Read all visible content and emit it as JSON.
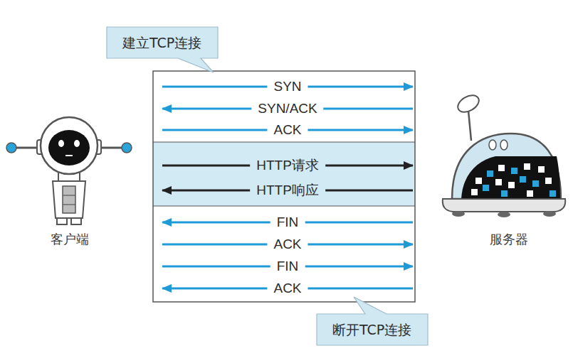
{
  "diagram": {
    "nodes": [
      {
        "text": [
          "建立TCP连接"
        ]
      },
      {
        "text": [
          "客户端"
        ]
      },
      {
        "text": [
          "服务器"
        ]
      },
      {
        "text": [
          "断开TCP连接"
        ]
      }
    ],
    "edges": [
      {
        "from": 1,
        "to": 2,
        "arrow": "to",
        "label": "SYN"
      },
      {
        "from": 2,
        "to": 1,
        "arrow": "to",
        "label": "SYN/ACK"
      },
      {
        "from": 1,
        "to": 2,
        "arrow": "to",
        "label": "ACK"
      },
      {
        "from": 1,
        "to": 2,
        "arrow": "to",
        "label": "HTTP请求"
      },
      {
        "from": 2,
        "to": 1,
        "arrow": "to",
        "label": "HTTP响应"
      },
      {
        "from": 2,
        "to": 1,
        "arrow": "to",
        "label": "FIN"
      },
      {
        "from": 1,
        "to": 2,
        "arrow": "to",
        "label": "ACK"
      },
      {
        "from": 1,
        "to": 2,
        "arrow": "to",
        "label": "FIN"
      },
      {
        "from": 2,
        "to": 1,
        "arrow": "to",
        "label": "ACK"
      }
    ]
  }
}
